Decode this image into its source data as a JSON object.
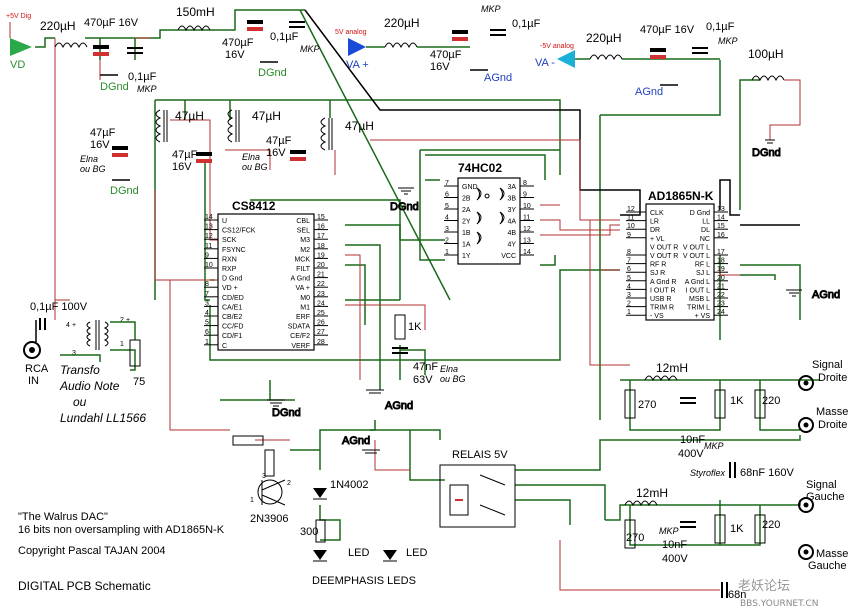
{
  "supplies": {
    "vd_top": "+5V Dig",
    "vd": "VD",
    "va_top": "5V analog",
    "va": "VA +",
    "vm_top": "-5V analog",
    "vm": "VA -"
  },
  "components": {
    "l220_1": "220µH",
    "c470_1": "470µF 16V",
    "c01_1": "0,1µF",
    "mkp": "MKP",
    "dgnd": "DGnd",
    "agnd": "AGnd",
    "l150": "150mH",
    "c470_2a": "470µF",
    "c470_2b": "16V",
    "c01_2": "0,1µF",
    "l220_2": "220µH",
    "c01_3": "0,1µF",
    "c470_3a": "470µF",
    "c470_3b": "16V",
    "l220_3": "220µH",
    "c470_4": "470µF 16V",
    "c01_4": "0,1µF",
    "l100": "100µH",
    "l47": "47µH",
    "c47a": "47µF",
    "c16v": "16V",
    "elna": "Elna",
    "oubg": "ou BG",
    "elna_oubg": "Elna ou BG",
    "r1k": "1K",
    "c47n": "47nF",
    "c63v": "63V",
    "c01_in": "0,1µF 100V",
    "r75": "75",
    "rca": "RCA",
    "in": "IN",
    "l12m": "12mH",
    "r270": "270",
    "r220": "220",
    "c10n": "10nF",
    "c400v": "400V",
    "styroflex": "Styroflex",
    "c68n": "68nF 160V",
    "c68n_short": "68n",
    "relais": "RELAIS 5V",
    "diode": "1N4002",
    "r300": "300",
    "led": "LED",
    "deemph": "DEEMPHASIS LEDS",
    "transistor": "2N3906",
    "pin1": "1",
    "pin2": "2",
    "pin3": "3",
    "pin4": "4",
    "plus": "+"
  },
  "outputs": {
    "sig_d1": "Signal",
    "sig_d2": "Droite",
    "mas_d1": "Masse",
    "mas_d2": "Droite",
    "sig_g1": "Signal",
    "sig_g2": "Gauche",
    "mas_g1": "Masse",
    "mas_g2": "Gauche"
  },
  "transfo": [
    "Transfo",
    "Audio Note",
    "ou",
    "Lundahl LL1566"
  ],
  "chips": {
    "cs8412": {
      "name": "CS8412",
      "left_pins": [
        "14",
        "13",
        "12",
        "11",
        "9",
        "10",
        "8",
        "7",
        "3",
        "4",
        "5",
        "6",
        "1"
      ],
      "left_labels": [
        "U",
        "CS12/FCK",
        "SCK",
        "FSYNC",
        "RXN",
        "RXP",
        "D Gnd",
        "VD +",
        "CD/ED",
        "CA/E1",
        "CB/E2",
        "CC/FD",
        "CD/F1",
        "C"
      ],
      "left_pin_last": "2",
      "right_labels": [
        "CBL",
        "SEL",
        "M3",
        "M2",
        "MCK",
        "FILT",
        "A Gnd",
        "VA +",
        "M0",
        "M1",
        "ERF",
        "SDATA",
        "CE/F2",
        "VERF"
      ],
      "right_pins": [
        "15",
        "16",
        "17",
        "18",
        "19",
        "20",
        "21",
        "22",
        "23",
        "24",
        "25",
        "26",
        "27",
        "28"
      ]
    },
    "hc02": {
      "name": "74HC02",
      "left_pins": [
        "7",
        "6",
        "5",
        "4",
        "3",
        "2",
        "1"
      ],
      "left_labels": [
        "GND",
        "2B",
        "2A",
        "2Y",
        "1B",
        "1A",
        "1Y"
      ],
      "right_labels": [
        "3A",
        "3B",
        "3Y",
        "4A",
        "4B",
        "4Y",
        "VCC"
      ],
      "right_pins": [
        "8",
        "9",
        "10",
        "11",
        "12",
        "13",
        "14"
      ]
    },
    "ad1865": {
      "name": "AD1865N-K",
      "left_pins": [
        "12",
        "11",
        "10",
        "9",
        "8",
        "7",
        "6",
        "5",
        "4",
        "3",
        "2",
        "1"
      ],
      "left_labels": [
        "CLK",
        "LR",
        "DR",
        "+ VL",
        "V OUT R",
        "V OUT R",
        "RF R",
        "SJ R",
        "A Gnd R",
        "I OUT R",
        "USB R",
        "TRIM R",
        "- VS"
      ],
      "right_labels": [
        "D Gnd",
        "LL",
        "DL",
        "NC",
        "V OUT L",
        "V OUT L",
        "RF L",
        "SJ L",
        "A Gnd L",
        "I OUT L",
        "MSB L",
        "TRIM L",
        "+ VS"
      ],
      "right_pins": [
        "13",
        "14",
        "15",
        "16",
        "17",
        "18",
        "19",
        "20",
        "21",
        "22",
        "23",
        "24"
      ]
    }
  },
  "title": {
    "line1": "\"The Walrus DAC\"",
    "line2": "16 bits non oversampling with AD1865N-K",
    "line3": "Copyright Pascal TAJAN  2004",
    "line4": "DIGITAL PCB Schematic"
  },
  "watermark": {
    "cn": "老妖论坛",
    "url": "BBS.YOURNET.CN"
  },
  "colors": {
    "wire_green": "#1a6a1a",
    "wire_red": "#b03030",
    "label_green": "#2a8a2a",
    "label_blue": "#2040c0",
    "arrow_green": "#2aa84a",
    "arrow_blue": "#1a4ad8",
    "arrow_cyan": "#1ab0d8"
  }
}
